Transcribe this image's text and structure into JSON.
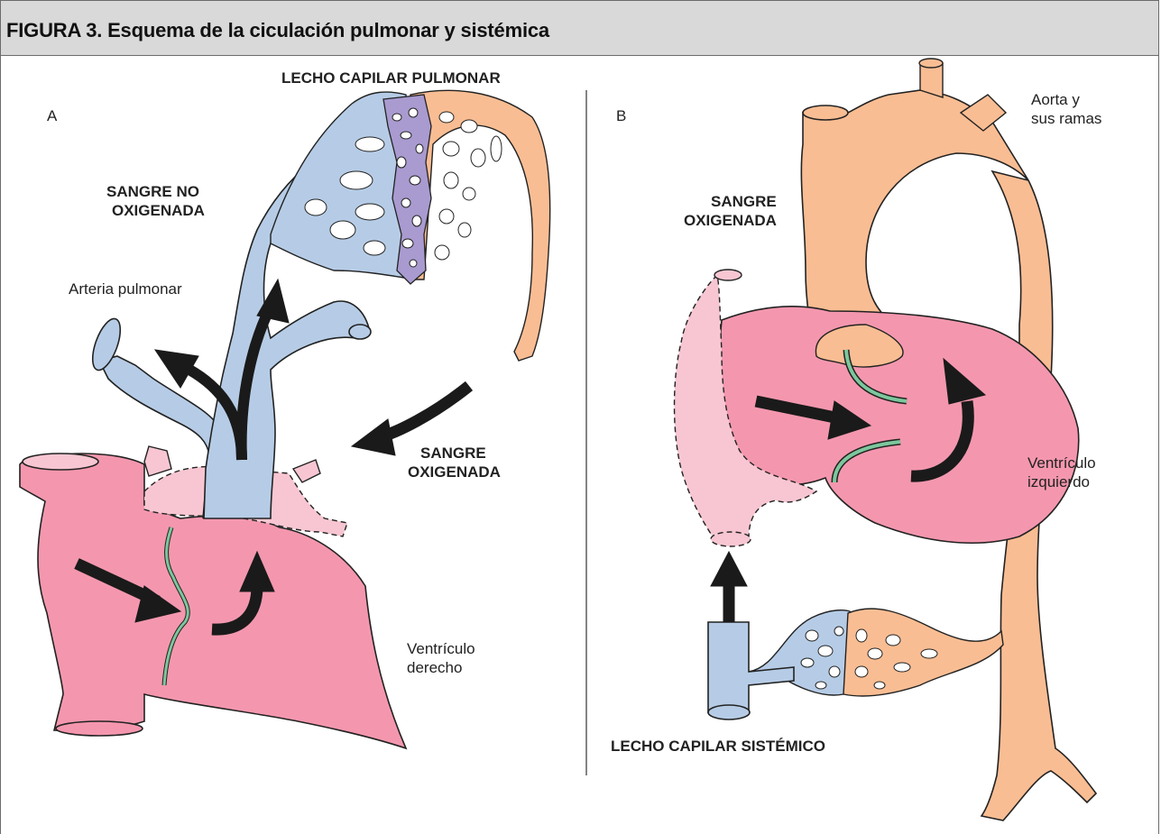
{
  "figure": {
    "title": "FIGURA 3. Esquema de la ciculación pulmonar y sistémica"
  },
  "panel_a": {
    "letter": "A",
    "capillary_bed": "LECHO CAPILAR PULMONAR",
    "deoxy_line1": "SANGRE NO",
    "deoxy_line2": "OXIGENADA",
    "artery": "Arteria pulmonar",
    "oxy_line1": "SANGRE",
    "oxy_line2": "OXIGENADA",
    "ventricle_line1": "Ventrículo",
    "ventricle_line2": "derecho"
  },
  "panel_b": {
    "letter": "B",
    "aorta_line1": "Aorta y",
    "aorta_line2": "sus ramas",
    "oxy_line1": "SANGRE",
    "oxy_line2": "OXIGENADA",
    "ventricle_line1": "Ventrículo",
    "ventricle_line2": "izquierdo",
    "capillary_bed": "LECHO CAPILAR SISTÉMICO"
  },
  "colors": {
    "heart": "#f497ae",
    "atrium": "#f7c6d2",
    "venous": "#b6cce6",
    "arterial": "#f9bd93",
    "capillary_purple": "#a99ad0",
    "septum": "#7cc79c",
    "arrow": "#1a1a1a"
  }
}
